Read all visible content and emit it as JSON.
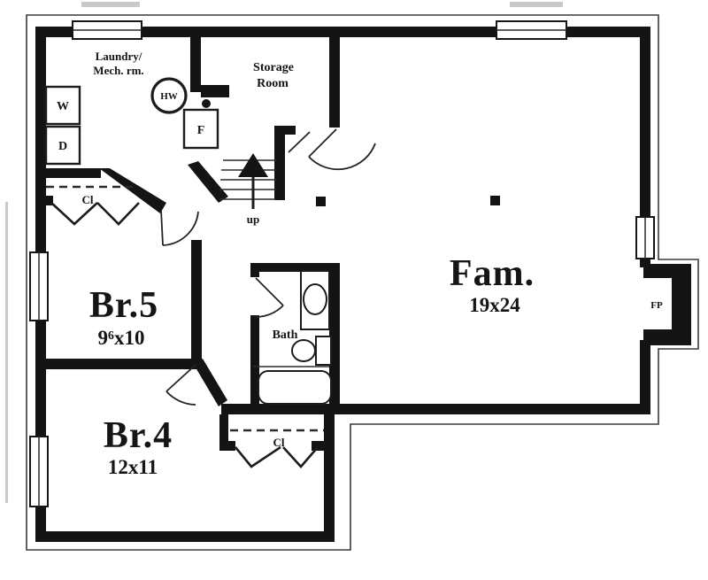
{
  "rooms": {
    "laundry": {
      "line1": "Laundry/",
      "line2": "Mech. rm."
    },
    "storage": {
      "line1": "Storage",
      "line2": "Room"
    },
    "bedroom5": {
      "name": "Br.5",
      "dims": "9⁶x10"
    },
    "bedroom4": {
      "name": "Br.4",
      "dims": "12x11"
    },
    "family": {
      "name": "Fam.",
      "dims": "19x24"
    },
    "bath": {
      "name": "Bath"
    }
  },
  "appliances": {
    "washer": "W",
    "dryer": "D",
    "water_heater": "HW",
    "furnace": "F"
  },
  "features": {
    "fireplace": "FP",
    "stairs": "up",
    "closet_label_laundry": "Cl",
    "closet_label_bedroom4": "Cl"
  },
  "colors": {
    "ink": "#141414",
    "paper": "#ffffff"
  }
}
